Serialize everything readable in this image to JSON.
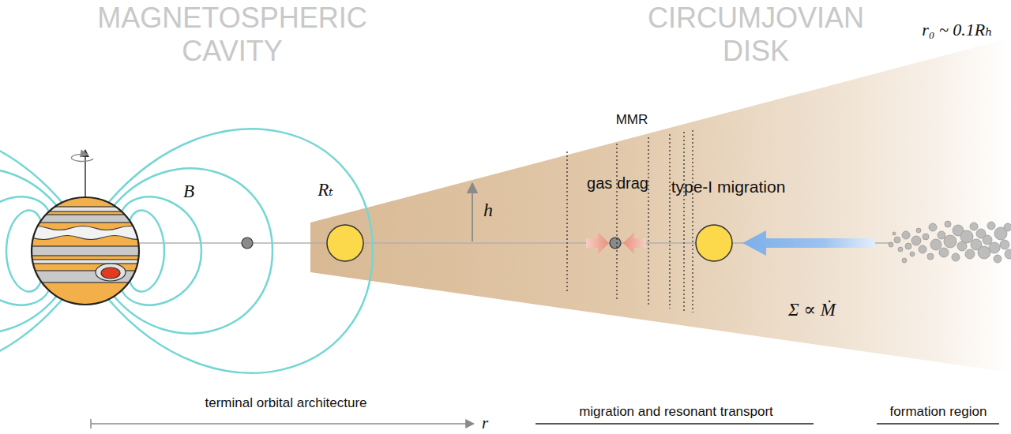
{
  "diagram": {
    "labels": [
      "MAGNETOSPHERIC CAVITY",
      "CIRCUMJOVIAN DISK",
      "r₀ ~ 0.1Rₕ",
      "MMR",
      "B⃗",
      "Rₜ",
      "h",
      "gas drag",
      "type-I migration",
      "Σ ∝ Ṁ",
      "terminal orbital architecture",
      "r",
      "migration and resonant transport",
      "formation region"
    ]
  }
}
